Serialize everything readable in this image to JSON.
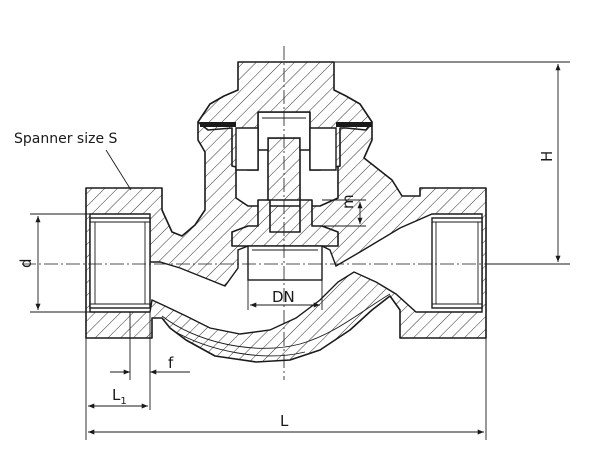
{
  "labels": {
    "spanner": "Spanner size S",
    "d": "d",
    "H": "H",
    "m": "m",
    "DN": "DN",
    "f": "f",
    "L1": "L",
    "L1_sub": "1",
    "L": "L"
  }
}
